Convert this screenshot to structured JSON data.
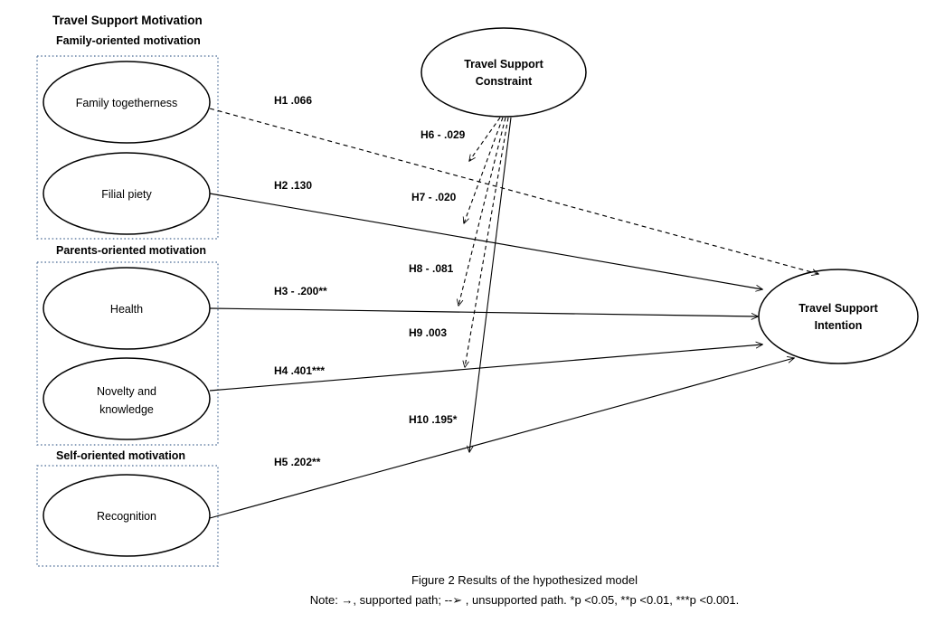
{
  "figure": {
    "section_title": "Travel Support Motivation",
    "caption_title": "Figure 2 Results of the hypothesized model",
    "caption_note": "Note: →, supported path;  --➢ , unsupported path. *p <0.05, **p <0.01, ***p <0.001.",
    "accent_box_color": "#6b85a8",
    "line_color": "#000000"
  },
  "groups": [
    {
      "label": "Family-oriented motivation"
    },
    {
      "label": "Parents-oriented motivation"
    },
    {
      "label": "Self-oriented motivation"
    }
  ],
  "nodes": {
    "family_togetherness": {
      "label": "Family togetherness"
    },
    "filial_piety": {
      "label": "Filial piety"
    },
    "health": {
      "label": "Health"
    },
    "novelty_line1": {
      "label": "Novelty and"
    },
    "novelty_line2": {
      "label": "knowledge"
    },
    "recognition": {
      "label": "Recognition"
    },
    "constraint_line1": {
      "label": "Travel Support"
    },
    "constraint_line2": {
      "label": "Constraint"
    },
    "intention_line1": {
      "label": "Travel Support"
    },
    "intention_line2": {
      "label": "Intention"
    }
  },
  "paths": [
    {
      "id": "H1",
      "label": "H1 .066",
      "from": "Family togetherness",
      "to": "Travel Support Intention",
      "coefficient": 0.066,
      "supported": false,
      "style": "dashed"
    },
    {
      "id": "H2",
      "label": "H2 .130",
      "from": "Filial piety",
      "to": "Travel Support Intention",
      "coefficient": 0.13,
      "supported": true,
      "style": "solid"
    },
    {
      "id": "H3",
      "label": "H3 - .200**",
      "from": "Health",
      "to": "Travel Support Intention",
      "coefficient": -0.2,
      "supported": true,
      "style": "solid"
    },
    {
      "id": "H4",
      "label": "H4 .401***",
      "from": "Novelty and knowledge",
      "to": "Travel Support Intention",
      "coefficient": 0.401,
      "supported": true,
      "style": "solid"
    },
    {
      "id": "H5",
      "label": "H5 .202**",
      "from": "Recognition",
      "to": "Travel Support Intention",
      "coefficient": 0.202,
      "supported": true,
      "style": "solid"
    },
    {
      "id": "H6",
      "label": "H6 - .029",
      "from": "Travel Support Constraint",
      "to": "H1 path",
      "coefficient": -0.029,
      "supported": false,
      "style": "dashed"
    },
    {
      "id": "H7",
      "label": "H7 - .020",
      "from": "Travel Support Constraint",
      "to": "H2 path",
      "coefficient": -0.02,
      "supported": false,
      "style": "dashed"
    },
    {
      "id": "H8",
      "label": "H8 - .081",
      "from": "Travel Support Constraint",
      "to": "H3 path",
      "coefficient": -0.081,
      "supported": false,
      "style": "dashed"
    },
    {
      "id": "H9",
      "label": "H9 .003",
      "from": "Travel Support Constraint",
      "to": "H4 path",
      "coefficient": 0.003,
      "supported": false,
      "style": "dashed"
    },
    {
      "id": "H10",
      "label": "H10 .195*",
      "from": "Travel Support Constraint",
      "to": "H5 path",
      "coefficient": 0.195,
      "supported": true,
      "style": "solid"
    }
  ]
}
